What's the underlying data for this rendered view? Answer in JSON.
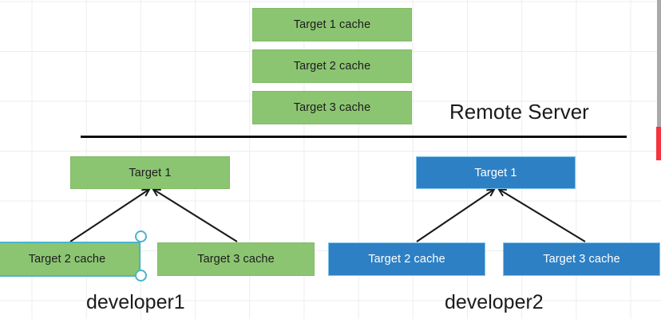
{
  "diagram": {
    "title_label": "Remote Server",
    "divider": {
      "name": "server-boundary-line"
    },
    "remote_caches": [
      {
        "label": "Target 1 cache",
        "color": "#8cc572"
      },
      {
        "label": "Target 2 cache",
        "color": "#8cc572"
      },
      {
        "label": "Target 3 cache",
        "color": "#8cc572"
      }
    ],
    "developer1": {
      "name_label": "developer1",
      "root": {
        "label": "Target 1",
        "color": "#8cc572"
      },
      "children": [
        {
          "label": "Target 2 cache",
          "color": "#8cc572",
          "selected": true
        },
        {
          "label": "Target 3 cache",
          "color": "#8cc572",
          "selected": false
        }
      ]
    },
    "developer2": {
      "name_label": "developer2",
      "root": {
        "label": "Target 1",
        "color": "#2e80c4"
      },
      "children": [
        {
          "label": "Target 2 cache",
          "color": "#2e80c4",
          "selected": false
        },
        {
          "label": "Target 3 cache",
          "color": "#2e80c4",
          "selected": false
        }
      ]
    },
    "colors": {
      "green_fill": "#8cc572",
      "blue_fill": "#2e80c4",
      "selection": "#4bb4c9",
      "arrow": "#1a1a1a",
      "grid": "#eceded",
      "scrollbar_red": "#f5333f",
      "scrollbar_gray": "#a9a9a9"
    }
  }
}
